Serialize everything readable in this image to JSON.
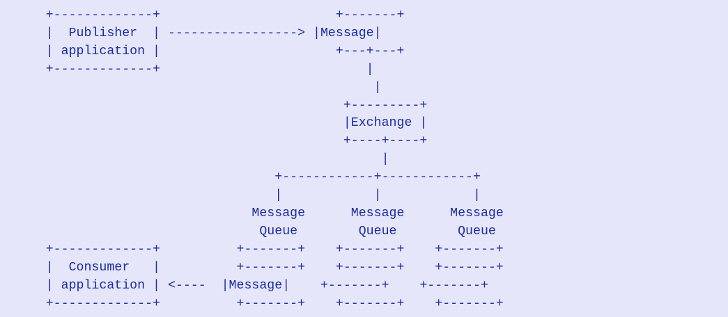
{
  "diagram": {
    "lines": [
      "      +-------------+                       +-------+",
      "      |  Publisher  | -----------------> |Message|",
      "      | application |                       +---+---+",
      "      +-------------+                           |",
      "                                                 |",
      "                                             +---------+",
      "                                             |Exchange |",
      "                                             +----+----+",
      "                                                  |",
      "                                    +------------+------------+",
      "                                    |            |            |",
      "                                 Message      Message      Message",
      "                                  Queue        Queue        Queue",
      "      +-------------+          +-------+    +-------+    +-------+",
      "      |  Consumer   |          +-------+    +-------+    +-------+",
      "      | application | <----  |Message|    +-------+    +-------+",
      "      +-------------+          +-------+    +-------+    +-------+"
    ]
  },
  "colors": {
    "background": "#e6e6fa",
    "text": "#1a2c9e"
  }
}
